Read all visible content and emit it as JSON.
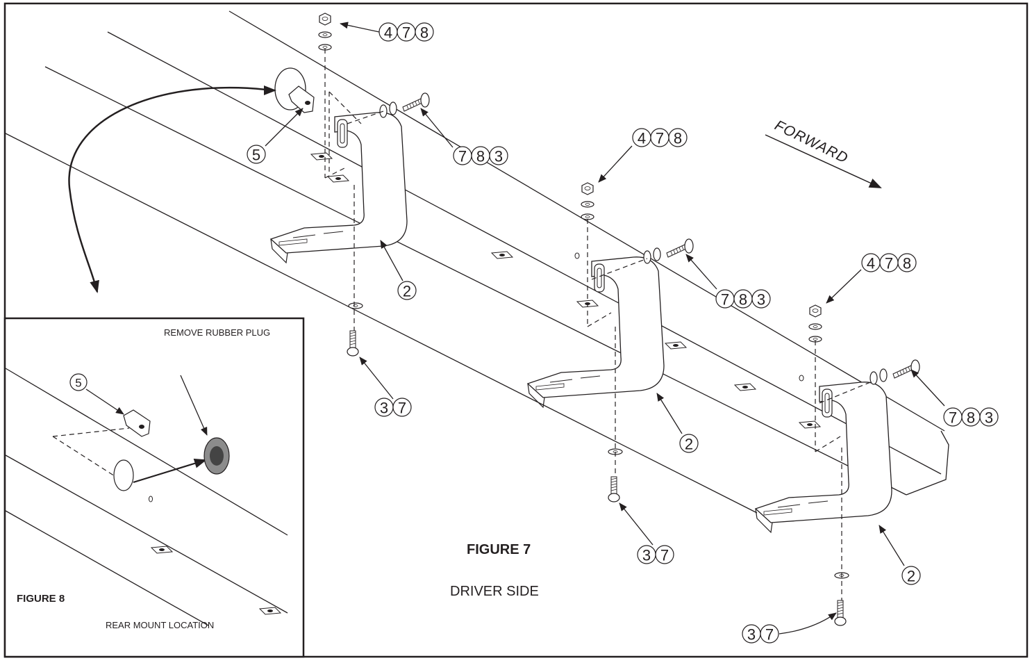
{
  "figure7": {
    "title": "FIGURE 7",
    "subtitle": "DRIVER SIDE",
    "direction_label": "FORWARD"
  },
  "figure8": {
    "title": "FIGURE 8",
    "top_note": "REMOVE RUBBER PLUG",
    "bottom_note": "REAR MOUNT LOCATION",
    "callout": "5"
  },
  "callouts": {
    "nut_stack_1": [
      "4",
      "7",
      "8"
    ],
    "nut_stack_2": [
      "4",
      "7",
      "8"
    ],
    "nut_stack_3": [
      "4",
      "7",
      "8"
    ],
    "side_bolt_1": [
      "7",
      "8",
      "3"
    ],
    "side_bolt_2": [
      "7",
      "8",
      "3"
    ],
    "side_bolt_3": [
      "7",
      "8",
      "3"
    ],
    "bottom_bolt_1": [
      "3",
      "7"
    ],
    "bottom_bolt_2": [
      "3",
      "7"
    ],
    "bottom_bolt_3": [
      "3",
      "7"
    ],
    "bracket_1": "2",
    "bracket_2": "2",
    "bracket_3": "2",
    "clip_nut": "5"
  }
}
